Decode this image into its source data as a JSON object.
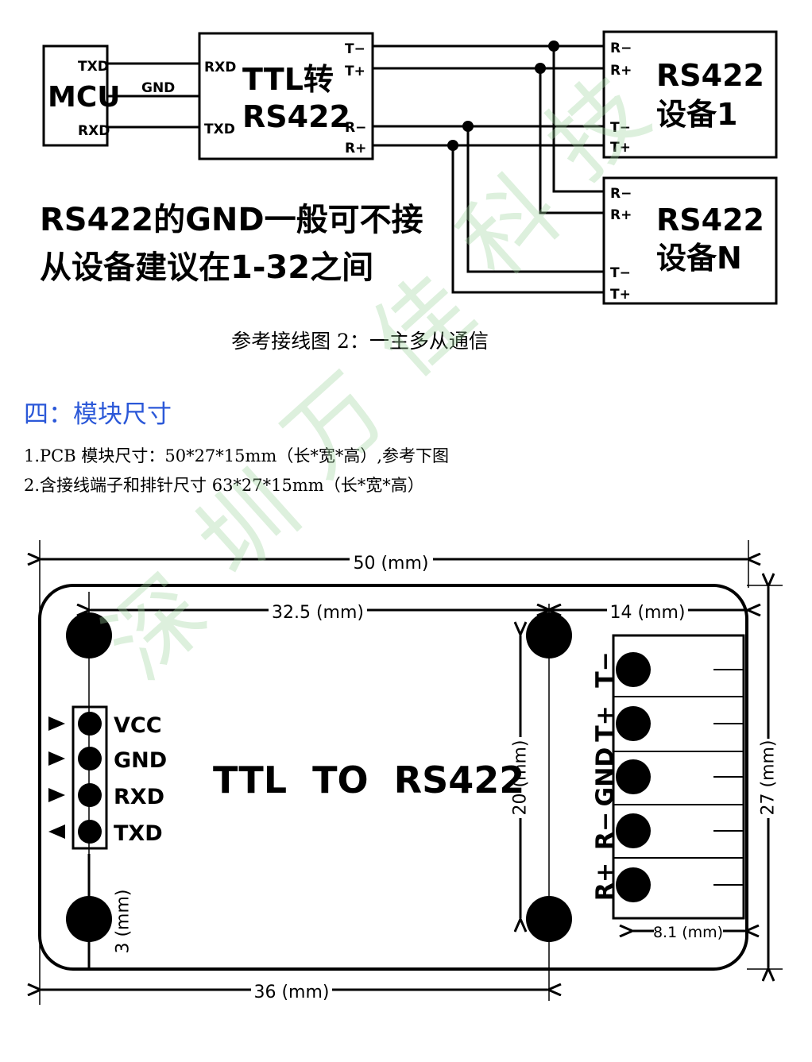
{
  "wiring": {
    "mcu": {
      "label": "MCU",
      "txd": "TXD",
      "rxd": "RXD",
      "gnd": "GND"
    },
    "converter": {
      "title_line1": "TTL转",
      "title_line2": "RS422",
      "rxd": "RXD",
      "txd": "TXD",
      "t_minus": "T−",
      "t_plus": "T+",
      "r_minus": "R−",
      "r_plus": "R+"
    },
    "device1": {
      "line1": "RS422",
      "line2": "设备1",
      "r_minus": "R−",
      "r_plus": "R+",
      "t_minus": "T−",
      "t_plus": "T+"
    },
    "deviceN": {
      "line1": "RS422",
      "line2": "设备N",
      "r_minus": "R−",
      "r_plus": "R+",
      "t_minus": "T−",
      "t_plus": "T+"
    },
    "note_line1": "RS422的GND一般可不接",
    "note_line2": "从设备建议在1-32之间"
  },
  "caption": "参考接线图 2：一主多从通信",
  "section_title": "四：模块尺寸",
  "spec_lines": [
    "1.PCB 模块尺寸：50*27*15mm（长*宽*高）,参考下图",
    "2.含接线端子和排针尺寸 63*27*15mm（长*宽*高）"
  ],
  "watermark": "深圳万佳科技",
  "board": {
    "label": "TTL  TO  RS422",
    "header_pins": [
      "VCC",
      "GND",
      "RXD",
      "TXD"
    ],
    "terminal_pins": [
      "T−",
      "T+",
      "GND",
      "R−",
      "R+"
    ],
    "dimensions": {
      "width": "50 (mm)",
      "hole_span": "32.5 (mm)",
      "terminal": "14 (mm)",
      "vertical": "20 (mm)",
      "height": "27 (mm)",
      "hole_offset": "3 (mm)",
      "pitch": "8.1 (mm)",
      "bottom": "36 (mm)"
    }
  }
}
